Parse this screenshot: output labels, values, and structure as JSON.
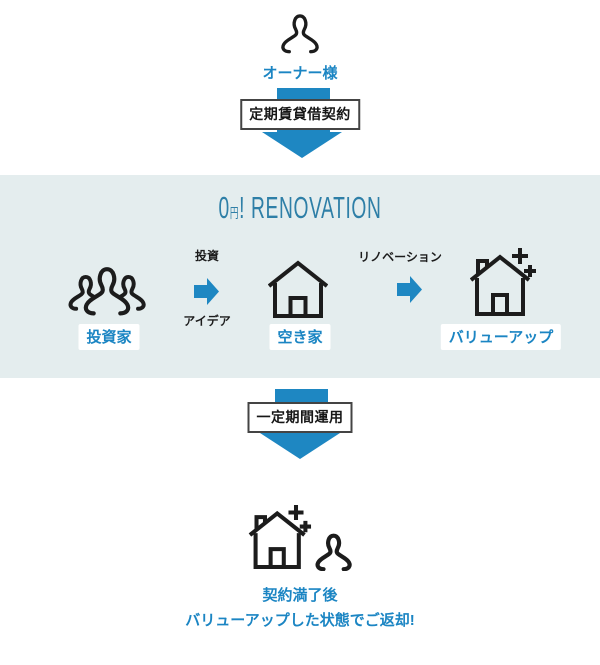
{
  "colors": {
    "accent_blue": "#1e87c2",
    "blue_text": "#1b85c3",
    "title_blue": "#2e7fa7",
    "band_background": "#e4edee",
    "icon_dark": "#1c1c1c",
    "box_border": "#444444"
  },
  "top": {
    "owner_label": "オーナー様",
    "contract_box": "定期賃貸借契約"
  },
  "band": {
    "title": {
      "zero": "0",
      "yen": "円",
      "rest": "! RENOVATION"
    },
    "steps": [
      {
        "label": "投資家"
      },
      {
        "label": "空き家"
      },
      {
        "label": "バリューアップ"
      }
    ],
    "arrow1": {
      "top": "投資",
      "bottom": "アイデア"
    },
    "arrow2": {
      "top": "リノベーション"
    }
  },
  "bottom": {
    "operation_box": "一定期間運用",
    "result_line1": "契約満了後",
    "result_line2": "バリューアップした状態でご返却!"
  }
}
